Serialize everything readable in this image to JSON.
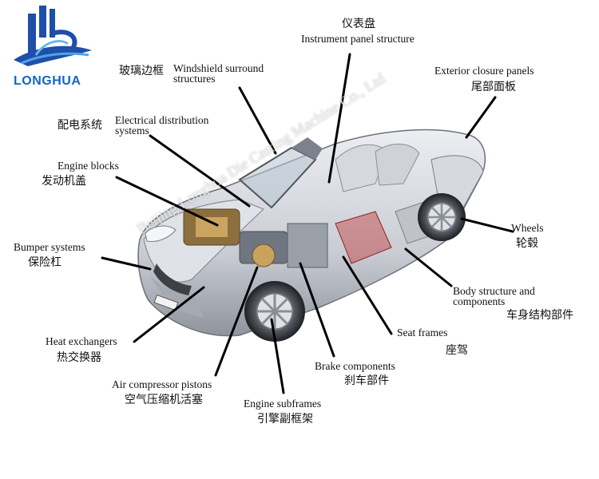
{
  "brand": {
    "name": "LONGHUA"
  },
  "watermark": "Beijing Longhua Die Casting Machine Co., Ltd",
  "labels": {
    "instrument_panel": {
      "cn": "仪表盘",
      "en": "Instrument panel structure"
    },
    "windshield": {
      "cn": "玻璃边框",
      "en1": "Windshield surround",
      "en2": "structures"
    },
    "exterior_closure": {
      "en": "Exterior closure panels",
      "cn": "尾部面板"
    },
    "electrical": {
      "cn": "配电系统",
      "en1": "Electrical distribution",
      "en2": "systems"
    },
    "engine_blocks": {
      "en": "Engine blocks",
      "cn": "发动机盖"
    },
    "bumper": {
      "en": "Bumper systems",
      "cn": "保险杠"
    },
    "wheels": {
      "en": "Wheels",
      "cn": "轮毂"
    },
    "body_structure": {
      "en1": "Body structure and",
      "en2": "components",
      "cn": "车身结构部件"
    },
    "seat_frames": {
      "en": "Seat frames",
      "cn": "座驾"
    },
    "brake": {
      "en": "Brake components",
      "cn": "刹车部件"
    },
    "heat_exchangers": {
      "en": "Heat exchangers",
      "cn": "热交换器"
    },
    "air_compressor": {
      "en": "Air compressor pistons",
      "cn": "空气压缩机活塞"
    },
    "engine_subframes": {
      "en": "Engine subframes",
      "cn": "引擎副框架"
    }
  }
}
